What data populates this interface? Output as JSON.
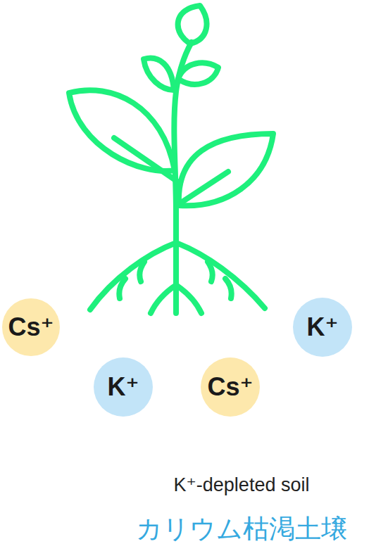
{
  "diagram": {
    "nodes": [
      {
        "text": [
          "Cs⁺"
        ]
      },
      {
        "text": [
          "K⁺"
        ]
      },
      {
        "text": [
          "K⁺"
        ]
      },
      {
        "text": [
          "Cs⁺"
        ]
      }
    ],
    "labels": [
      "K⁺-depleted soil",
      "カリウム枯渇土壌"
    ]
  }
}
